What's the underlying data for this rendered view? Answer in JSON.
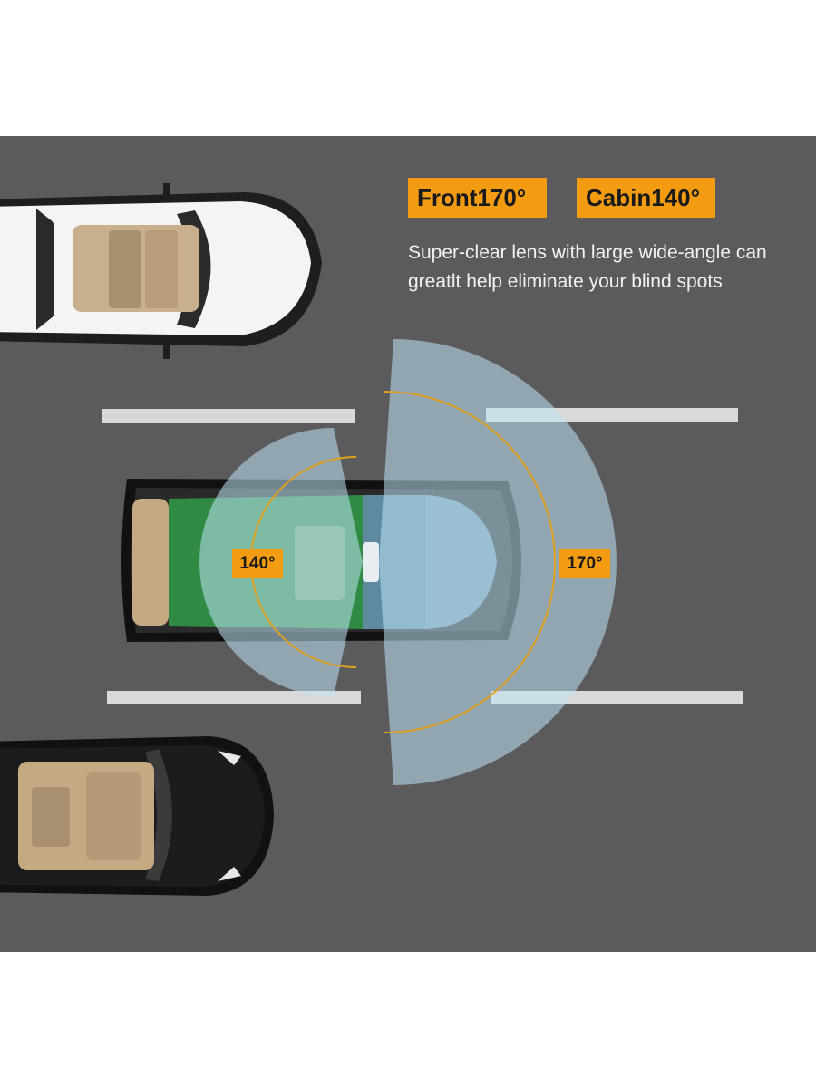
{
  "specs": {
    "front": {
      "label": "Front170°",
      "angle_deg": 170
    },
    "cabin": {
      "label": "Cabin140°",
      "angle_deg": 140
    }
  },
  "description": {
    "line1": "Super-clear lens with large wide-angle can",
    "line2": "greatlt help eliminate your blind spots"
  },
  "angle_labels": {
    "cabin": "140°",
    "front": "170°"
  },
  "colors": {
    "accent": "#f39c12",
    "road": "#5b5b5d",
    "lane_line": "#d9d9d9",
    "view_cone": "#bfe3f5",
    "arc_line": "#e0a020"
  }
}
